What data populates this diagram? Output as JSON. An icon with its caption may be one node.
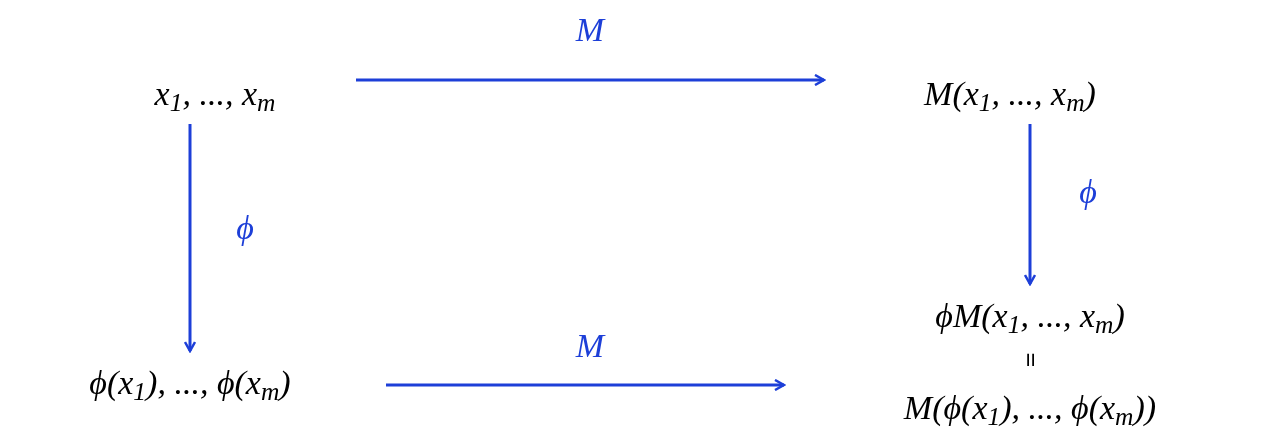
{
  "diagram": {
    "nodes": [
      {
        "text": [
          "x$_{1}$, ..., x$_{m}$"
        ]
      },
      {
        "text": [
          "M(x$_{1}$, ..., x$_{m}$)"
        ]
      },
      {
        "text": [
          "ϕ(x$_{1}$), ..., ϕ(x$_{m}$)"
        ]
      },
      {
        "text": [
          "ϕM(x$_{1}$, ..., x$_{m}$)"
        ]
      },
      {
        "text": [
          "M(ϕ(x$_{1}$), ..., ϕ(x$_{m}$))"
        ]
      }
    ],
    "edges": [
      {
        "from": 0,
        "to": 1,
        "arrow": "to",
        "label": "M"
      },
      {
        "from": 0,
        "to": 2,
        "arrow": "to",
        "label": "ϕ"
      },
      {
        "from": 1,
        "to": 3,
        "arrow": "to",
        "label": "ϕ"
      },
      {
        "from": 2,
        "to": 4,
        "arrow": "to",
        "label": "M"
      }
    ],
    "labels": [
      "="
    ]
  }
}
